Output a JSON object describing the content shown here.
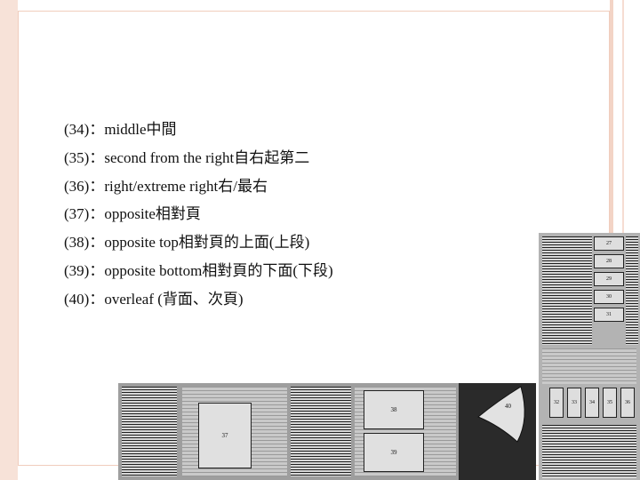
{
  "slide": {
    "items": [
      {
        "code": "(34)",
        "text": "：middle中間"
      },
      {
        "code": "(35)",
        "text": "：second from the right自右起第二"
      },
      {
        "code": "(36)",
        "text": "：right/extreme right右/最右"
      },
      {
        "code": "(37)",
        "text": "：opposite相對頁"
      },
      {
        "code": "(38)",
        "text": "：opposite top相對頁的上面(上段)"
      },
      {
        "code": "(39)",
        "text": "：opposite bottom相對頁的下面(下段)"
      },
      {
        "code": "(40)",
        "text": "：overleaf (背面、次頁)"
      }
    ]
  },
  "figure": {
    "bottom_labels": {
      "page_37": "37",
      "page_38": "38",
      "page_39": "39",
      "page_40": "40"
    },
    "right_stack_labels": [
      "27",
      "28",
      "29",
      "30",
      "31"
    ],
    "right_row_labels": [
      "32",
      "33",
      "34",
      "35",
      "36"
    ]
  },
  "colors": {
    "frame": "#f7e2d8",
    "text": "#111111",
    "figure_gray": "#9e9e9e"
  }
}
